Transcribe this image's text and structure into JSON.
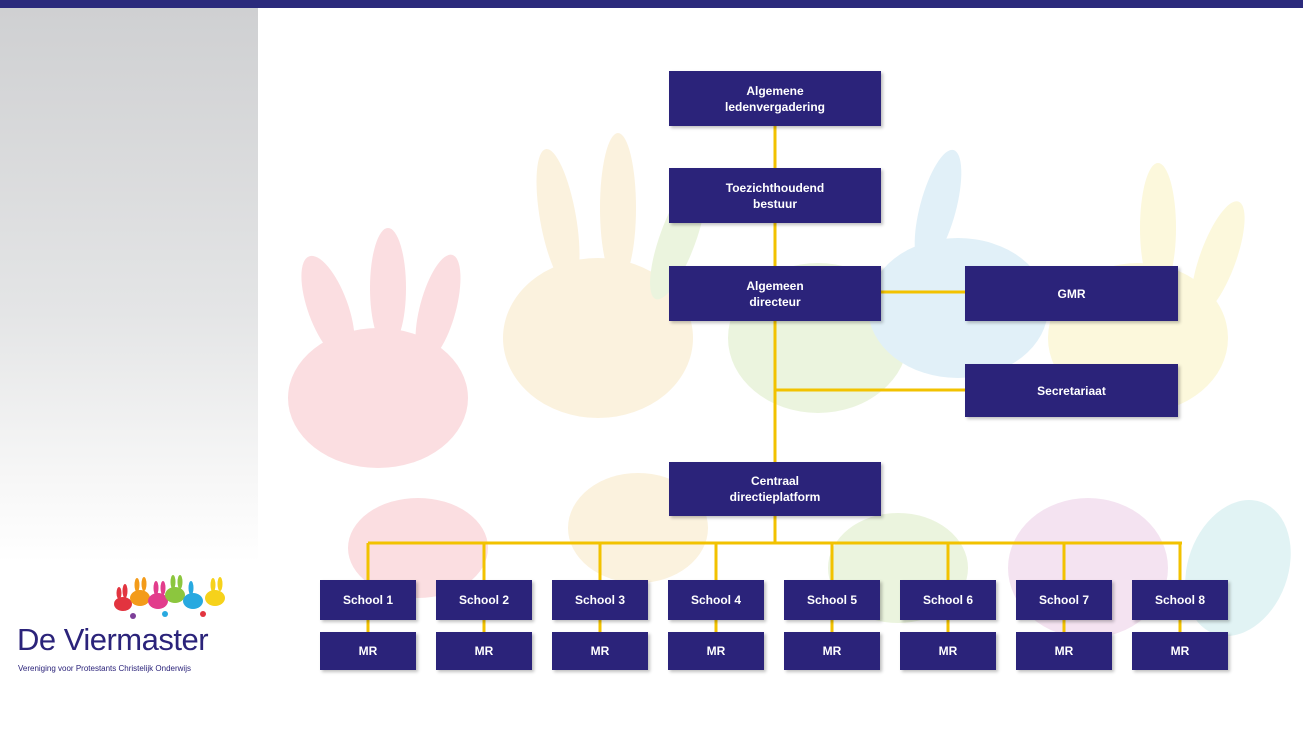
{
  "org_chart": {
    "top": "Algemene\nledenvergadering",
    "board": "Toezichthoudend\nbestuur",
    "director": "Algemeen\ndirecteur",
    "gmr": "GMR",
    "secretariat": "Secretariaat",
    "platform": "Centraal\ndirectieplatform",
    "schools": [
      "School 1",
      "School 2",
      "School 3",
      "School 4",
      "School 5",
      "School 6",
      "School 7",
      "School 8"
    ],
    "mr_label": "MR"
  },
  "logo": {
    "name": "De Viermaster",
    "tagline": "Vereniging voor Protestants Christelijk Onderwijs"
  },
  "colors": {
    "box": "#2b237a",
    "connector": "#f2c200",
    "topbar": "#2b2a7c"
  }
}
